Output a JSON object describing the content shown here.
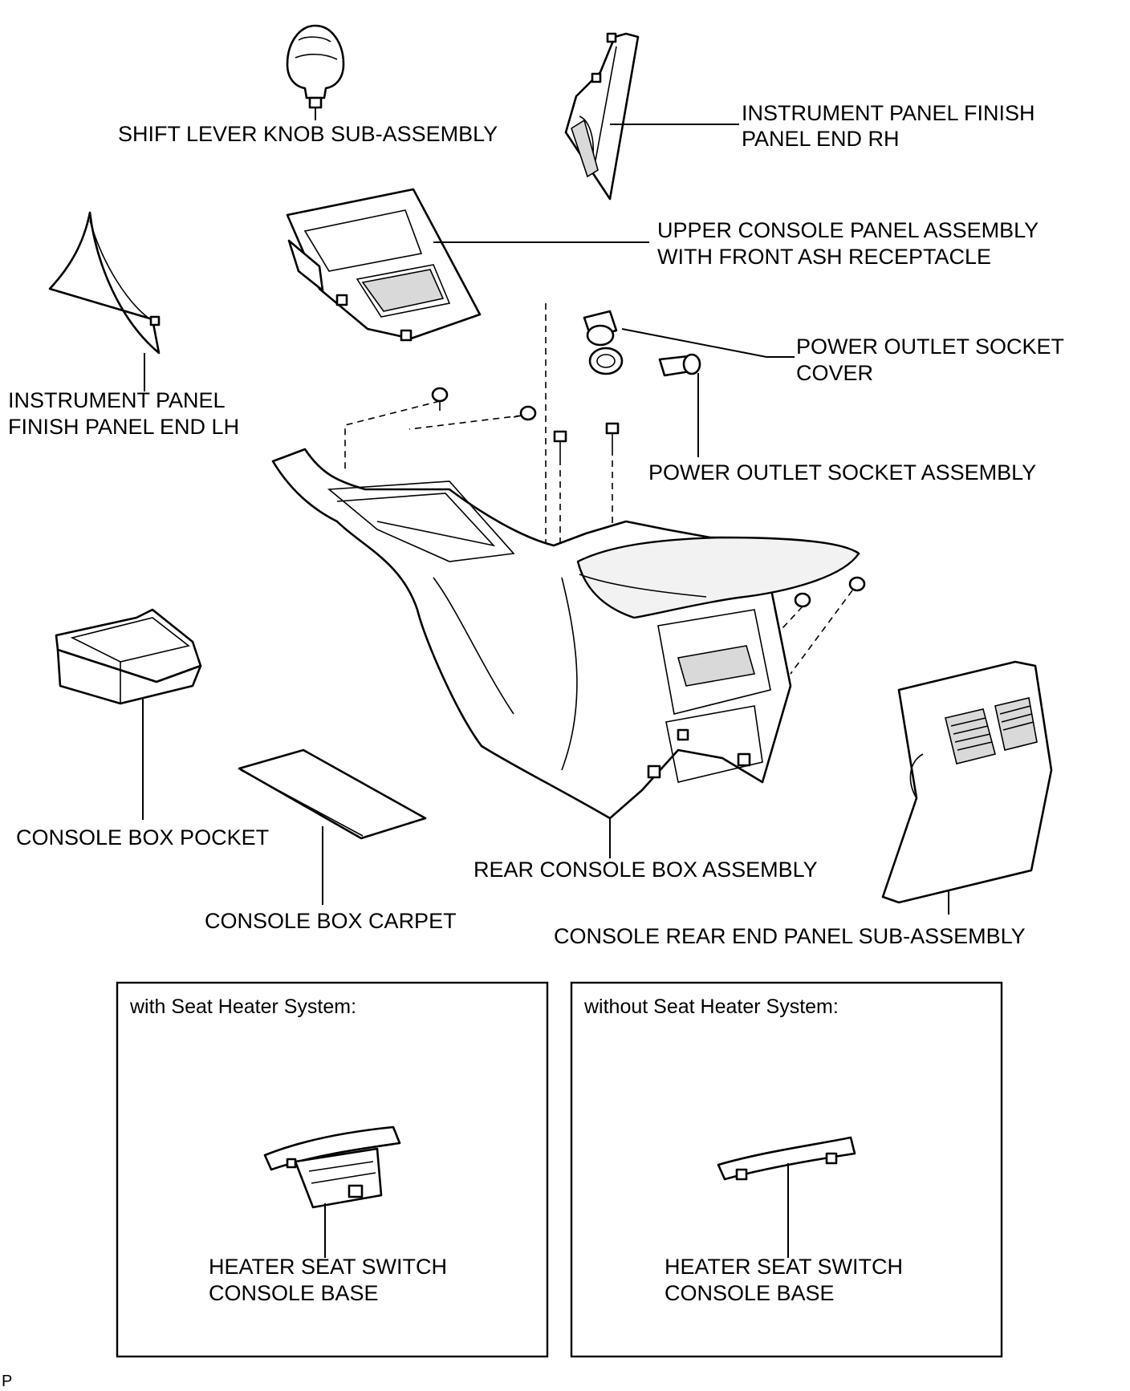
{
  "labels": {
    "shift_knob": "SHIFT LEVER KNOB SUB-ASSEMBLY",
    "ip_finish_rh_1": "INSTRUMENT PANEL FINISH",
    "ip_finish_rh_2": "PANEL END RH",
    "upper_console_1": "UPPER CONSOLE PANEL ASSEMBLY",
    "upper_console_2": "WITH FRONT ASH RECEPTACLE",
    "ip_finish_lh_1": "INSTRUMENT PANEL",
    "ip_finish_lh_2": "FINISH PANEL END LH",
    "outlet_cover_1": "POWER OUTLET SOCKET",
    "outlet_cover_2": "COVER",
    "outlet_assembly": "POWER OUTLET SOCKET ASSEMBLY",
    "console_pocket": "CONSOLE BOX POCKET",
    "console_carpet": "CONSOLE BOX CARPET",
    "rear_console": "REAR CONSOLE BOX ASSEMBLY",
    "rear_end_panel": "CONSOLE REAR END PANEL SUB-ASSEMBLY"
  },
  "variants": {
    "with_heater": {
      "title": "with Seat Heater System:",
      "part_line1": "HEATER SEAT SWITCH",
      "part_line2": "CONSOLE BASE"
    },
    "without_heater": {
      "title": "without Seat Heater System:",
      "part_line1": "HEATER SEAT SWITCH",
      "part_line2": "CONSOLE BASE"
    }
  },
  "footer": {
    "code": "P"
  }
}
